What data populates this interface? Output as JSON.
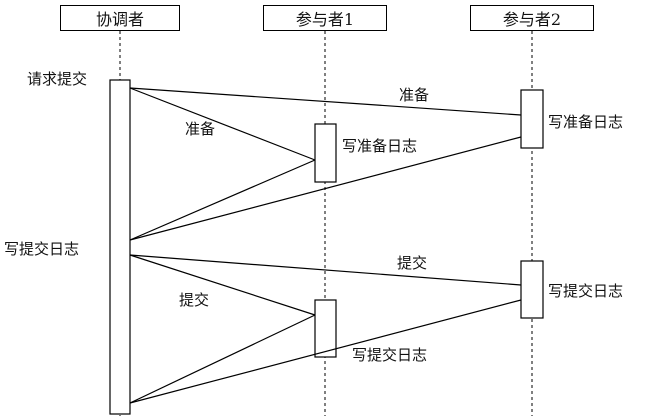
{
  "participants": {
    "coordinator": "协调者",
    "participant1": "参与者1",
    "participant2": "参与者2"
  },
  "coordinator_notes": {
    "request_commit": "请求提交",
    "write_commit_log": "写提交日志"
  },
  "messages": {
    "prepare_to_p1": "准备",
    "prepare_to_p2": "准备",
    "commit_to_p1": "提交",
    "commit_to_p2": "提交"
  },
  "participant_notes": {
    "p1_write_prepare_log": "写准备日志",
    "p2_write_prepare_log": "写准备日志",
    "p1_write_commit_log": "写提交日志",
    "p2_write_commit_log": "写提交日志"
  }
}
